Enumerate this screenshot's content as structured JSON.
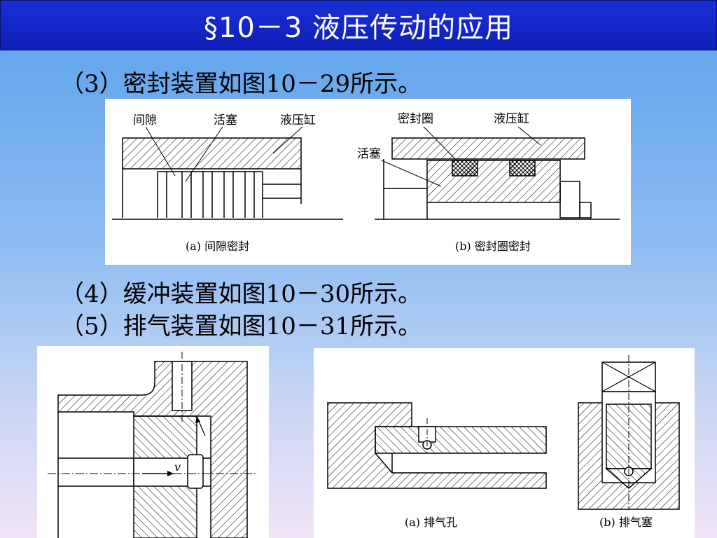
{
  "slide": {
    "title": "§10－3  液压传动的应用",
    "line1": "（3）密封装置如图10－29所示。",
    "line2": "（4）缓冲装置如图10－30所示。",
    "line3": "（5）排气装置如图10－31所示。"
  },
  "figure_seal": {
    "label_gap": "间隙",
    "label_piston": "活塞",
    "label_cylinder": "液压缸",
    "caption_a": "(a) 间隙密封",
    "label_seal_ring": "密封圈",
    "label_cylinder_b": "液压缸",
    "label_piston_b": "活塞",
    "caption_b": "(b) 密封圈密封"
  },
  "figure_buffer": {
    "velocity_label": "v"
  },
  "figure_exhaust": {
    "caption_a": "(a) 排气孔",
    "caption_b": "(b) 排气塞"
  },
  "colors": {
    "title_bg": "#1a2fd8",
    "title_text": "#ffffff"
  }
}
